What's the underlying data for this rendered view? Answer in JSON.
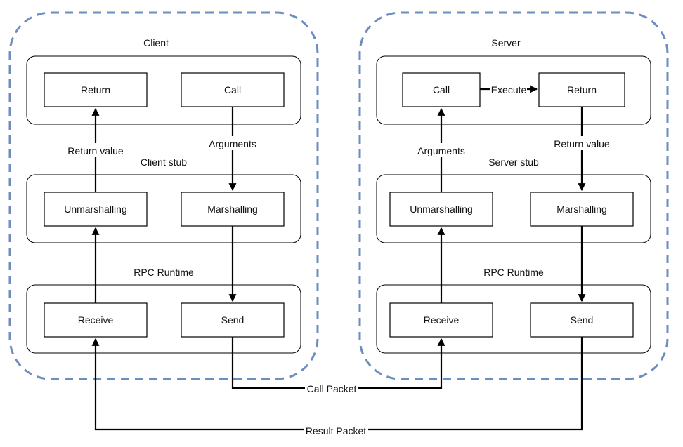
{
  "client": {
    "title": "Client",
    "app": {
      "return": "Return",
      "call": "Call"
    },
    "stub": {
      "title": "Client stub",
      "unmarshalling": "Unmarshalling",
      "marshalling": "Marshalling"
    },
    "runtime": {
      "title": "RPC Runtime",
      "receive": "Receive",
      "send": "Send"
    },
    "edge_return_value": "Return value",
    "edge_arguments": "Arguments"
  },
  "server": {
    "title": "Server",
    "app": {
      "call": "Call",
      "return": "Return",
      "execute": "Execute"
    },
    "stub": {
      "title": "Server stub",
      "unmarshalling": "Unmarshalling",
      "marshalling": "Marshalling"
    },
    "runtime": {
      "title": "RPC Runtime",
      "receive": "Receive",
      "send": "Send"
    },
    "edge_arguments": "Arguments",
    "edge_return_value": "Return value"
  },
  "packets": {
    "call": "Call Packet",
    "result": "Result Packet"
  },
  "colors": {
    "boundary": "#6c8ebf",
    "stroke": "#000000"
  }
}
